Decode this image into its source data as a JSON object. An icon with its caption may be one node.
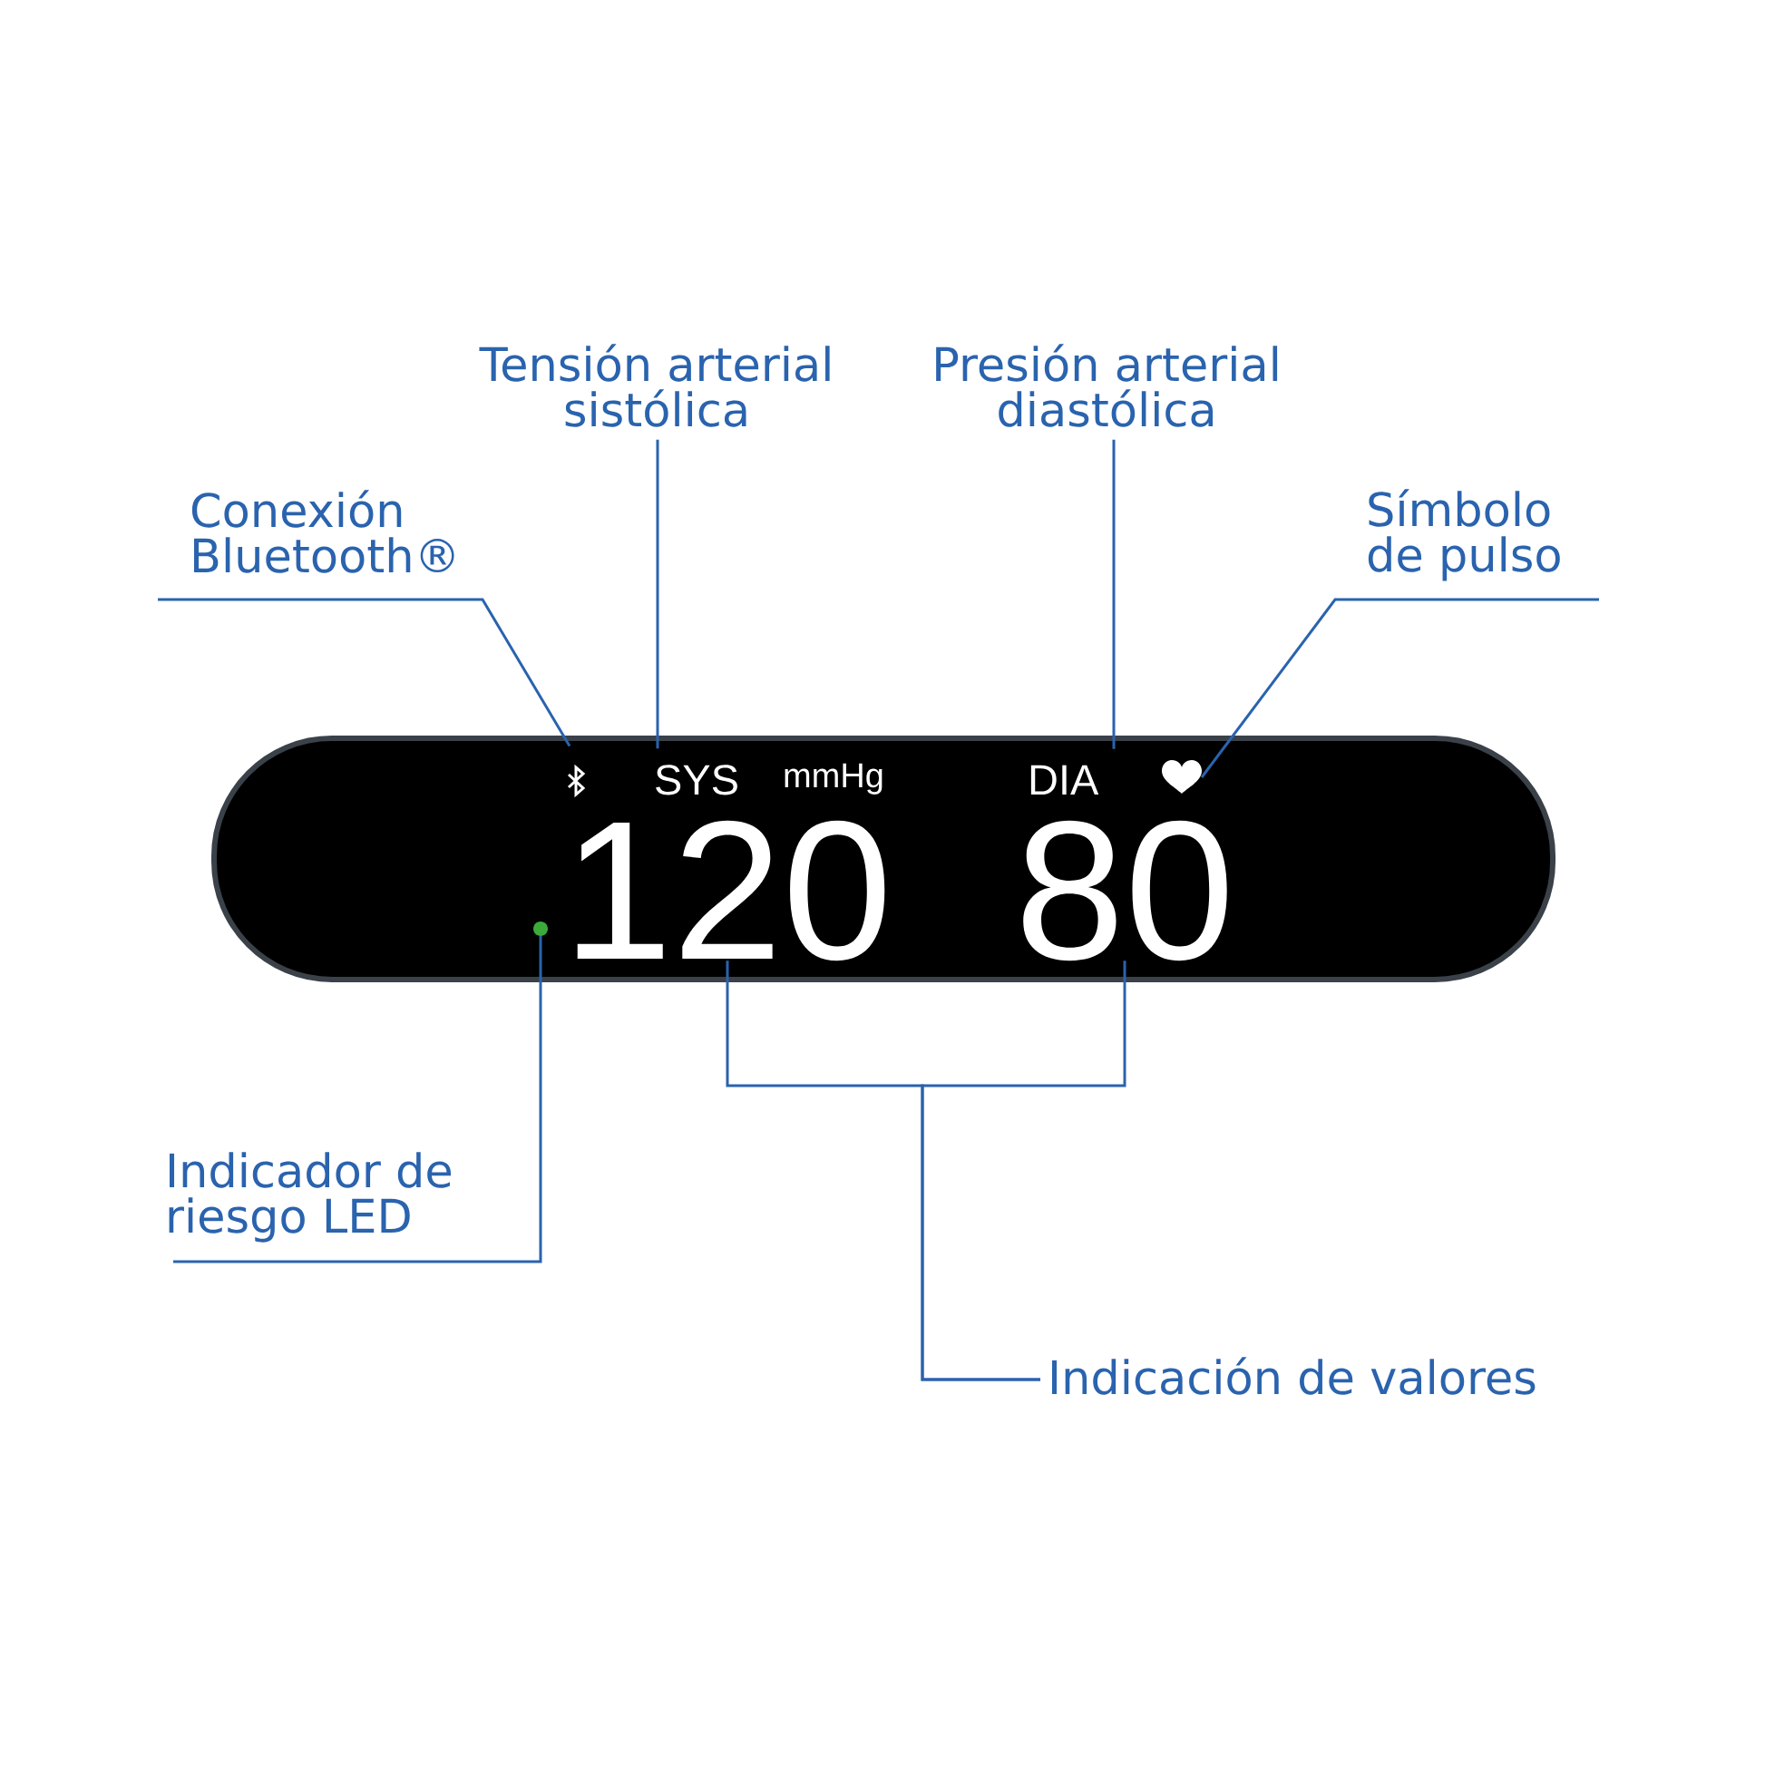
{
  "diagram": {
    "nodes": [
      {
        "text": [
          "Tensión arterial sistólica"
        ]
      },
      {
        "text": [
          "Presión arterial diastólica"
        ]
      },
      {
        "text": [
          "Conexión Bluetooth®"
        ]
      },
      {
        "text": [
          "Símbolo de pulso"
        ]
      },
      {
        "text": [],
        "shape": "box"
      },
      {
        "text": [],
        "shape": "picture",
        "in": 4
      },
      {
        "text": [
          "SYS"
        ],
        "in": 4
      },
      {
        "text": [
          "DIA"
        ],
        "in": 4
      },
      {
        "text": [],
        "shape": "picture",
        "in": 4
      },
      {
        "text": [],
        "shape": "circle",
        "in": 4
      },
      {
        "text": [
          "120"
        ],
        "in": 4
      },
      {
        "text": [
          "80"
        ],
        "in": 4
      },
      {
        "text": [
          "Indicador de riesgo LED"
        ]
      },
      {
        "text": [
          "Indicación de valores"
        ]
      }
    ],
    "edges": [
      {
        "from": 2,
        "to": 5,
        "arrow": "none"
      },
      {
        "from": 0,
        "to": 6,
        "arrow": "none"
      },
      {
        "from": 1,
        "to": 7,
        "arrow": "none"
      },
      {
        "from": 3,
        "to": 8,
        "arrow": "none"
      },
      {
        "from": 12,
        "to": 9,
        "arrow": "none"
      },
      {
        "from": 13,
        "to": 10,
        "arrow": "none"
      },
      {
        "from": 13,
        "to": 11,
        "arrow": "none"
      }
    ],
    "labels": [
      "mmHg"
    ]
  }
}
